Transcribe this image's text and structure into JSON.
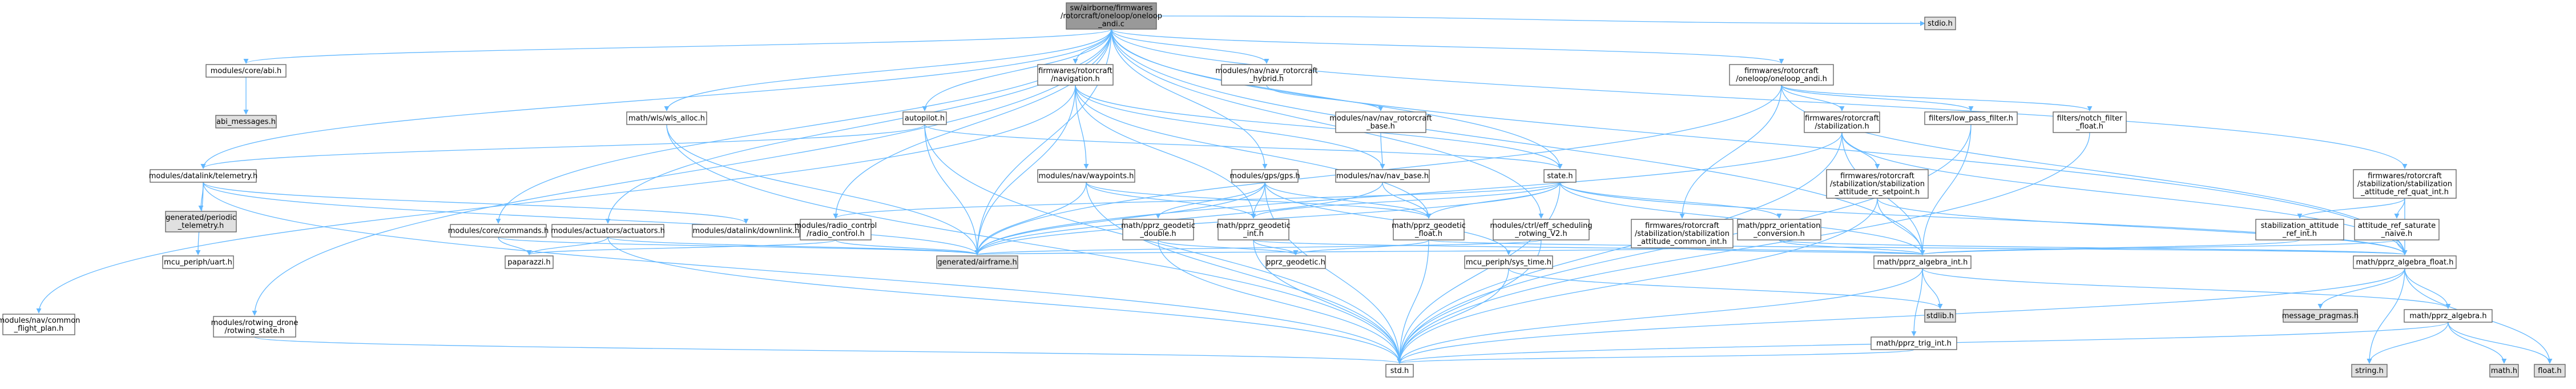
{
  "graph": {
    "nodes": [
      {
        "id": "root",
        "lines": [
          "sw/airborne/firmwares",
          "/rotorcraft/oneloop/oneloop",
          "_andi.c"
        ],
        "style": "root"
      },
      {
        "id": "modules_core_abi",
        "lines": [
          "modules/core/abi.h"
        ],
        "style": "normal"
      },
      {
        "id": "abi_messages",
        "lines": [
          "abi_messages.h"
        ],
        "style": "gray"
      },
      {
        "id": "modules_datalink_telemetry",
        "lines": [
          "modules/datalink/telemetry.h"
        ],
        "style": "normal"
      },
      {
        "id": "generated_periodic",
        "lines": [
          "generated/periodic",
          "_telemetry.h"
        ],
        "style": "gray"
      },
      {
        "id": "mcu_periph_uart",
        "lines": [
          "mcu_periph/uart.h"
        ],
        "style": "red"
      },
      {
        "id": "modules_nav_common_flight_plan",
        "lines": [
          "modules/nav/common",
          "_flight_plan.h"
        ],
        "style": "normal"
      },
      {
        "id": "nav_rotorcraft_navigation",
        "lines": [
          "firmwares/rotorcraft",
          "/navigation.h"
        ],
        "style": "normal"
      },
      {
        "id": "math_wls_alloc",
        "lines": [
          "math/wls/wls_alloc.h"
        ],
        "style": "normal"
      },
      {
        "id": "autopilot",
        "lines": [
          "autopilot.h"
        ],
        "style": "red"
      },
      {
        "id": "modules_core_commands",
        "lines": [
          "modules/core/commands.h"
        ],
        "style": "normal"
      },
      {
        "id": "paparazzi",
        "lines": [
          "paparazzi.h"
        ],
        "style": "red"
      },
      {
        "id": "modules_actuators",
        "lines": [
          "modules/actuators/actuators.h"
        ],
        "style": "normal"
      },
      {
        "id": "modules_datalink_downlink",
        "lines": [
          "modules/datalink/downlink.h"
        ],
        "style": "red"
      },
      {
        "id": "modules_rotwing_drone",
        "lines": [
          "modules/rotwing_drone",
          "/rotwing_state.h"
        ],
        "style": "normal"
      },
      {
        "id": "modules_nav_waypoints",
        "lines": [
          "modules/nav/waypoints.h"
        ],
        "style": "normal"
      },
      {
        "id": "modules_radio_control",
        "lines": [
          "modules/radio_control",
          "/radio_control.h"
        ],
        "style": "normal"
      },
      {
        "id": "generated_airframe",
        "lines": [
          "generated/airframe.h"
        ],
        "style": "gray"
      },
      {
        "id": "modules_nav_rotorcraft_hybrid",
        "lines": [
          "modules/nav/nav_rotorcraft",
          "_hybrid.h"
        ],
        "style": "normal"
      },
      {
        "id": "modules_nav_rotorcraft_base",
        "lines": [
          "modules/nav/nav_rotorcraft",
          "_base.h"
        ],
        "style": "normal"
      },
      {
        "id": "modules_nav_base",
        "lines": [
          "modules/nav/nav_base.h"
        ],
        "style": "normal"
      },
      {
        "id": "modules_gps",
        "lines": [
          "modules/gps/gps.h"
        ],
        "style": "normal"
      },
      {
        "id": "math_geodetic_double",
        "lines": [
          "math/pprz_geodetic",
          "_double.h"
        ],
        "style": "red"
      },
      {
        "id": "math_geodetic_int",
        "lines": [
          "math/pprz_geodetic",
          "_int.h"
        ],
        "style": "normal"
      },
      {
        "id": "math_geodetic_float",
        "lines": [
          "math/pprz_geodetic",
          "_float.h"
        ],
        "style": "normal"
      },
      {
        "id": "pprz_geodetic",
        "lines": [
          "pprz_geodetic.h"
        ],
        "style": "normal"
      },
      {
        "id": "state",
        "lines": [
          "state.h"
        ],
        "style": "normal"
      },
      {
        "id": "modules_ctrl_eff_scheduling",
        "lines": [
          "modules/ctrl/eff_scheduling",
          "_rotwing_V2.h"
        ],
        "style": "normal"
      },
      {
        "id": "mcu_periph_sys_time",
        "lines": [
          "mcu_periph/sys_time.h"
        ],
        "style": "red"
      },
      {
        "id": "std",
        "lines": [
          "std.h"
        ],
        "style": "normal"
      },
      {
        "id": "stdio",
        "lines": [
          "stdio.h"
        ],
        "style": "gray"
      },
      {
        "id": "oneloop_andi_h",
        "lines": [
          "firmwares/rotorcraft",
          "/oneloop/oneloop_andi.h"
        ],
        "style": "normal"
      },
      {
        "id": "stabilization_h",
        "lines": [
          "firmwares/rotorcraft",
          "/stabilization.h"
        ],
        "style": "normal"
      },
      {
        "id": "stab_rc_setpoint",
        "lines": [
          "firmwares/rotorcraft",
          "/stabilization/stabilization",
          "_attitude_rc_setpoint.h"
        ],
        "style": "normal"
      },
      {
        "id": "stab_common_int",
        "lines": [
          "firmwares/rotorcraft",
          "/stabilization/stabilization",
          "_attitude_common_int.h"
        ],
        "style": "normal"
      },
      {
        "id": "math_orientation_conversion",
        "lines": [
          "math/pprz_orientation",
          "_conversion.h"
        ],
        "style": "normal"
      },
      {
        "id": "math_algebra_int",
        "lines": [
          "math/pprz_algebra_int.h"
        ],
        "style": "normal"
      },
      {
        "id": "stdlib",
        "lines": [
          "stdlib.h"
        ],
        "style": "gray"
      },
      {
        "id": "math_trig_int",
        "lines": [
          "math/pprz_trig_int.h"
        ],
        "style": "normal"
      },
      {
        "id": "filters_low_pass",
        "lines": [
          "filters/low_pass_filter.h"
        ],
        "style": "normal"
      },
      {
        "id": "filters_notch",
        "lines": [
          "filters/notch_filter",
          "_float.h"
        ],
        "style": "normal"
      },
      {
        "id": "stab_ref_quat_int",
        "lines": [
          "firmwares/rotorcraft",
          "/stabilization/stabilization",
          "_attitude_ref_quat_int.h"
        ],
        "style": "normal"
      },
      {
        "id": "stab_attitude_ref_int",
        "lines": [
          "stabilization_attitude",
          "_ref_int.h"
        ],
        "style": "normal"
      },
      {
        "id": "attitude_ref_saturate",
        "lines": [
          "attitude_ref_saturate",
          "_naive.h"
        ],
        "style": "normal"
      },
      {
        "id": "math_algebra_float",
        "lines": [
          "math/pprz_algebra_float.h"
        ],
        "style": "normal"
      },
      {
        "id": "message_pragmas",
        "lines": [
          "message_pragmas.h"
        ],
        "style": "gray"
      },
      {
        "id": "math_algebra",
        "lines": [
          "math/pprz_algebra.h"
        ],
        "style": "normal"
      },
      {
        "id": "string_h",
        "lines": [
          "string.h"
        ],
        "style": "gray"
      },
      {
        "id": "math_h",
        "lines": [
          "math.h"
        ],
        "style": "gray"
      },
      {
        "id": "float_h",
        "lines": [
          "float.h"
        ],
        "style": "gray"
      }
    ],
    "edges": [
      [
        "root",
        "modules_core_abi"
      ],
      [
        "modules_core_abi",
        "abi_messages"
      ],
      [
        "root",
        "modules_datalink_telemetry"
      ],
      [
        "modules_datalink_telemetry",
        "generated_periodic"
      ],
      [
        "modules_datalink_telemetry",
        "mcu_periph_uart"
      ],
      [
        "modules_datalink_telemetry",
        "modules_datalink_downlink"
      ],
      [
        "modules_datalink_telemetry",
        "std"
      ],
      [
        "modules_datalink_telemetry",
        "generated_airframe"
      ],
      [
        "root",
        "nav_rotorcraft_navigation"
      ],
      [
        "nav_rotorcraft_navigation",
        "modules_nav_common_flight_plan"
      ],
      [
        "nav_rotorcraft_navigation",
        "modules_nav_waypoints"
      ],
      [
        "nav_rotorcraft_navigation",
        "math_geodetic_int"
      ],
      [
        "nav_rotorcraft_navigation",
        "math_geodetic_float"
      ],
      [
        "nav_rotorcraft_navigation",
        "state"
      ],
      [
        "nav_rotorcraft_navigation",
        "generated_airframe"
      ],
      [
        "nav_rotorcraft_navigation",
        "modules_nav_base"
      ],
      [
        "root",
        "math_wls_alloc"
      ],
      [
        "math_wls_alloc",
        "std"
      ],
      [
        "math_wls_alloc",
        "generated_airframe"
      ],
      [
        "root",
        "autopilot"
      ],
      [
        "autopilot",
        "modules_datalink_telemetry"
      ],
      [
        "autopilot",
        "state"
      ],
      [
        "autopilot",
        "generated_airframe"
      ],
      [
        "autopilot",
        "std"
      ],
      [
        "root",
        "modules_core_commands"
      ],
      [
        "modules_core_commands",
        "paparazzi"
      ],
      [
        "modules_core_commands",
        "generated_airframe"
      ],
      [
        "root",
        "modules_actuators"
      ],
      [
        "modules_actuators",
        "paparazzi"
      ],
      [
        "modules_actuators",
        "generated_airframe"
      ],
      [
        "modules_actuators",
        "std"
      ],
      [
        "root",
        "modules_rotwing_drone"
      ],
      [
        "modules_rotwing_drone",
        "std"
      ],
      [
        "modules_nav_waypoints",
        "math_geodetic_int"
      ],
      [
        "modules_nav_waypoints",
        "math_geodetic_float"
      ],
      [
        "modules_nav_waypoints",
        "generated_airframe"
      ],
      [
        "modules_nav_waypoints",
        "std"
      ],
      [
        "root",
        "modules_radio_control"
      ],
      [
        "modules_radio_control",
        "generated_airframe"
      ],
      [
        "modules_radio_control",
        "paparazzi"
      ],
      [
        "root",
        "modules_nav_rotorcraft_hybrid"
      ],
      [
        "modules_nav_rotorcraft_hybrid",
        "modules_nav_rotorcraft_base"
      ],
      [
        "modules_nav_rotorcraft_base",
        "modules_nav_base"
      ],
      [
        "modules_nav_base",
        "math_geodetic_float"
      ],
      [
        "modules_nav_base",
        "generated_airframe"
      ],
      [
        "root",
        "modules_gps"
      ],
      [
        "modules_gps",
        "math_geodetic_double"
      ],
      [
        "modules_gps",
        "math_geodetic_int"
      ],
      [
        "modules_gps",
        "math_geodetic_float"
      ],
      [
        "modules_gps",
        "mcu_periph_sys_time"
      ],
      [
        "modules_gps",
        "std"
      ],
      [
        "modules_gps",
        "generated_airframe"
      ],
      [
        "math_geodetic_double",
        "pprz_geodetic"
      ],
      [
        "math_geodetic_double",
        "std"
      ],
      [
        "math_geodetic_int",
        "pprz_geodetic"
      ],
      [
        "math_geodetic_int",
        "math_algebra_int"
      ],
      [
        "math_geodetic_int",
        "std"
      ],
      [
        "math_geodetic_float",
        "pprz_geodetic"
      ],
      [
        "math_geodetic_float",
        "math_algebra_float"
      ],
      [
        "math_geodetic_float",
        "std"
      ],
      [
        "root",
        "state"
      ],
      [
        "state",
        "math_geodetic_int"
      ],
      [
        "state",
        "math_geodetic_float"
      ],
      [
        "state",
        "math_orientation_conversion"
      ],
      [
        "state",
        "math_algebra_int"
      ],
      [
        "state",
        "math_algebra_float"
      ],
      [
        "state",
        "std"
      ],
      [
        "state",
        "generated_airframe"
      ],
      [
        "state",
        "modules_radio_control"
      ],
      [
        "root",
        "modules_ctrl_eff_scheduling"
      ],
      [
        "modules_ctrl_eff_scheduling",
        "generated_airframe"
      ],
      [
        "modules_ctrl_eff_scheduling",
        "std"
      ],
      [
        "mcu_periph_sys_time",
        "std"
      ],
      [
        "mcu_periph_sys_time",
        "stdlib"
      ],
      [
        "root",
        "stdio"
      ],
      [
        "root",
        "oneloop_andi_h"
      ],
      [
        "oneloop_andi_h",
        "stabilization_h"
      ],
      [
        "oneloop_andi_h",
        "filters_low_pass"
      ],
      [
        "oneloop_andi_h",
        "filters_notch"
      ],
      [
        "oneloop_andi_h",
        "stab_common_int"
      ],
      [
        "oneloop_andi_h",
        "generated_airframe"
      ],
      [
        "oneloop_andi_h",
        "math_algebra_float"
      ],
      [
        "stabilization_h",
        "stab_rc_setpoint"
      ],
      [
        "stabilization_h",
        "math_algebra_int"
      ],
      [
        "stabilization_h",
        "math_algebra_float"
      ],
      [
        "stabilization_h",
        "std"
      ],
      [
        "stabilization_h",
        "generated_airframe"
      ],
      [
        "stab_rc_setpoint",
        "math_algebra_int"
      ],
      [
        "stab_rc_setpoint",
        "math_algebra_float"
      ],
      [
        "stab_rc_setpoint",
        "std"
      ],
      [
        "stab_common_int",
        "math_algebra_int"
      ],
      [
        "stab_common_int",
        "generated_airframe"
      ],
      [
        "math_orientation_conversion",
        "math_algebra_int"
      ],
      [
        "math_orientation_conversion",
        "math_algebra_float"
      ],
      [
        "math_algebra_int",
        "stdlib"
      ],
      [
        "math_algebra_int",
        "math_trig_int"
      ],
      [
        "math_algebra_int",
        "std"
      ],
      [
        "math_algebra_int",
        "math_algebra"
      ],
      [
        "math_trig_int",
        "std"
      ],
      [
        "filters_low_pass",
        "math_algebra_int"
      ],
      [
        "filters_low_pass",
        "std"
      ],
      [
        "filters_notch",
        "std"
      ],
      [
        "root",
        "stab_ref_quat_int"
      ],
      [
        "stab_ref_quat_int",
        "stab_attitude_ref_int"
      ],
      [
        "stab_ref_quat_int",
        "attitude_ref_saturate"
      ],
      [
        "stab_ref_quat_int",
        "math_algebra_float"
      ],
      [
        "stab_attitude_ref_int",
        "math_algebra_int"
      ],
      [
        "attitude_ref_saturate",
        "math_algebra_float"
      ],
      [
        "attitude_ref_saturate",
        "math_algebra_int"
      ],
      [
        "math_algebra_float",
        "message_pragmas"
      ],
      [
        "math_algebra_float",
        "math_algebra"
      ],
      [
        "math_algebra_float",
        "float_h"
      ],
      [
        "math_algebra_float",
        "std"
      ],
      [
        "math_algebra_float",
        "string_h"
      ],
      [
        "math_algebra",
        "std"
      ],
      [
        "math_algebra",
        "string_h"
      ],
      [
        "math_algebra",
        "math_h"
      ],
      [
        "math_algebra",
        "float_h"
      ],
      [
        "root",
        "math_algebra_float"
      ],
      [
        "root",
        "math_algebra_int"
      ],
      [
        "root",
        "generated_airframe"
      ]
    ]
  },
  "colors": {
    "node_fill": "#ffffff",
    "gray_fill": "#e0e0e0",
    "root_fill": "#999999",
    "red_border": "#ff0000",
    "normal_border": "#666666",
    "edge": "#63b8ff"
  }
}
